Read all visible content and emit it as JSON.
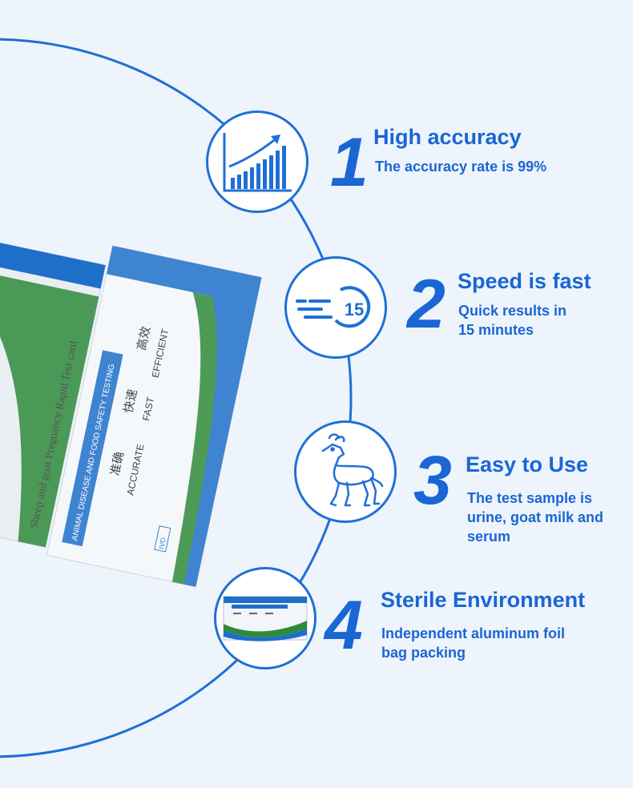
{
  "colors": {
    "accent": "#1a66d4",
    "background": "#eef4fb",
    "green": "#2f8a3a"
  },
  "features": [
    {
      "number": "1",
      "title": "High accuracy",
      "desc_lines": [
        "The accuracy rate is 99%"
      ],
      "icon": "bar-chart-growth-icon"
    },
    {
      "number": "2",
      "title": "Speed is fast",
      "desc_lines": [
        "Quick results in",
        "15 minutes"
      ],
      "icon": "timer-15-icon",
      "icon_text": "15"
    },
    {
      "number": "3",
      "title": "Easy to Use",
      "desc_lines": [
        "The test sample is",
        "urine, goat milk and",
        "serum"
      ],
      "icon": "goat-icon"
    },
    {
      "number": "4",
      "title": "Sterile Environment",
      "desc_lines": [
        "Independent aluminum foil",
        "bag packing"
      ],
      "icon": "foil-packet-icon"
    }
  ],
  "product": {
    "chinese_labels": [
      "准确",
      "快速",
      "高效"
    ],
    "english_labels": [
      "ACCURATE",
      "FAST",
      "EFFICIENT"
    ],
    "band_text": "ANIMAL DISEASE AND FOOD SAFETY TESTING",
    "badge": "IVD",
    "back_packet_text": "Sheep and goat Pregnancy Rapid Test card"
  }
}
